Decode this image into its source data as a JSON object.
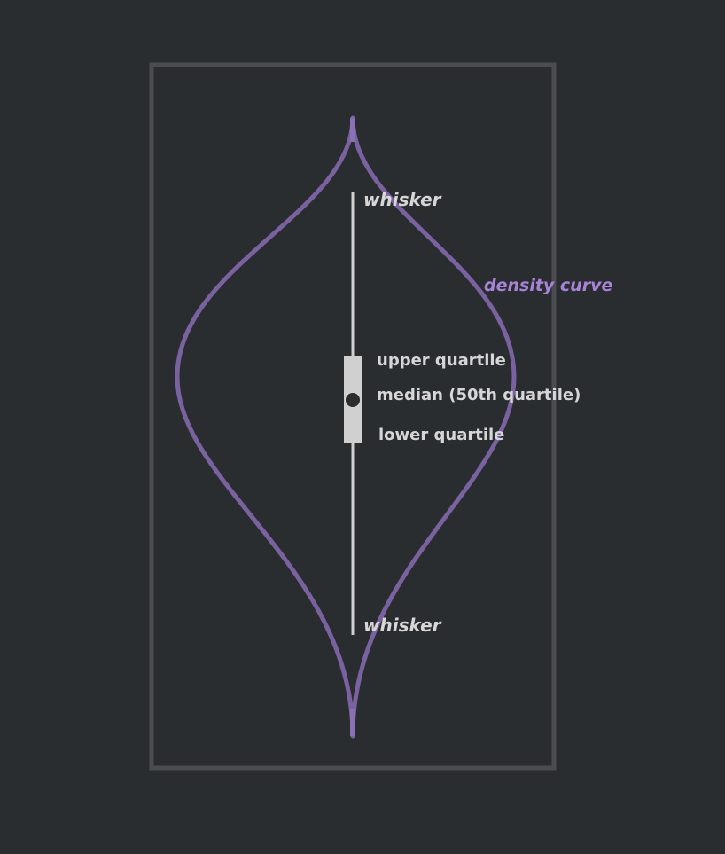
{
  "colors": {
    "background": "#2a2d30",
    "frame": "#4a4c4f",
    "density": "#7a62a0",
    "density_label": "#a883d6",
    "box": "#d0d0d0",
    "label": "#d6d6d6",
    "median_dot": "#2a2d30"
  },
  "labels": {
    "whisker_top": "whisker",
    "whisker_bottom": "whisker",
    "density_curve": "density curve",
    "upper_quartile": "upper quartile",
    "median": "median (50th quartile)",
    "lower_quartile": "lower quartile"
  }
}
